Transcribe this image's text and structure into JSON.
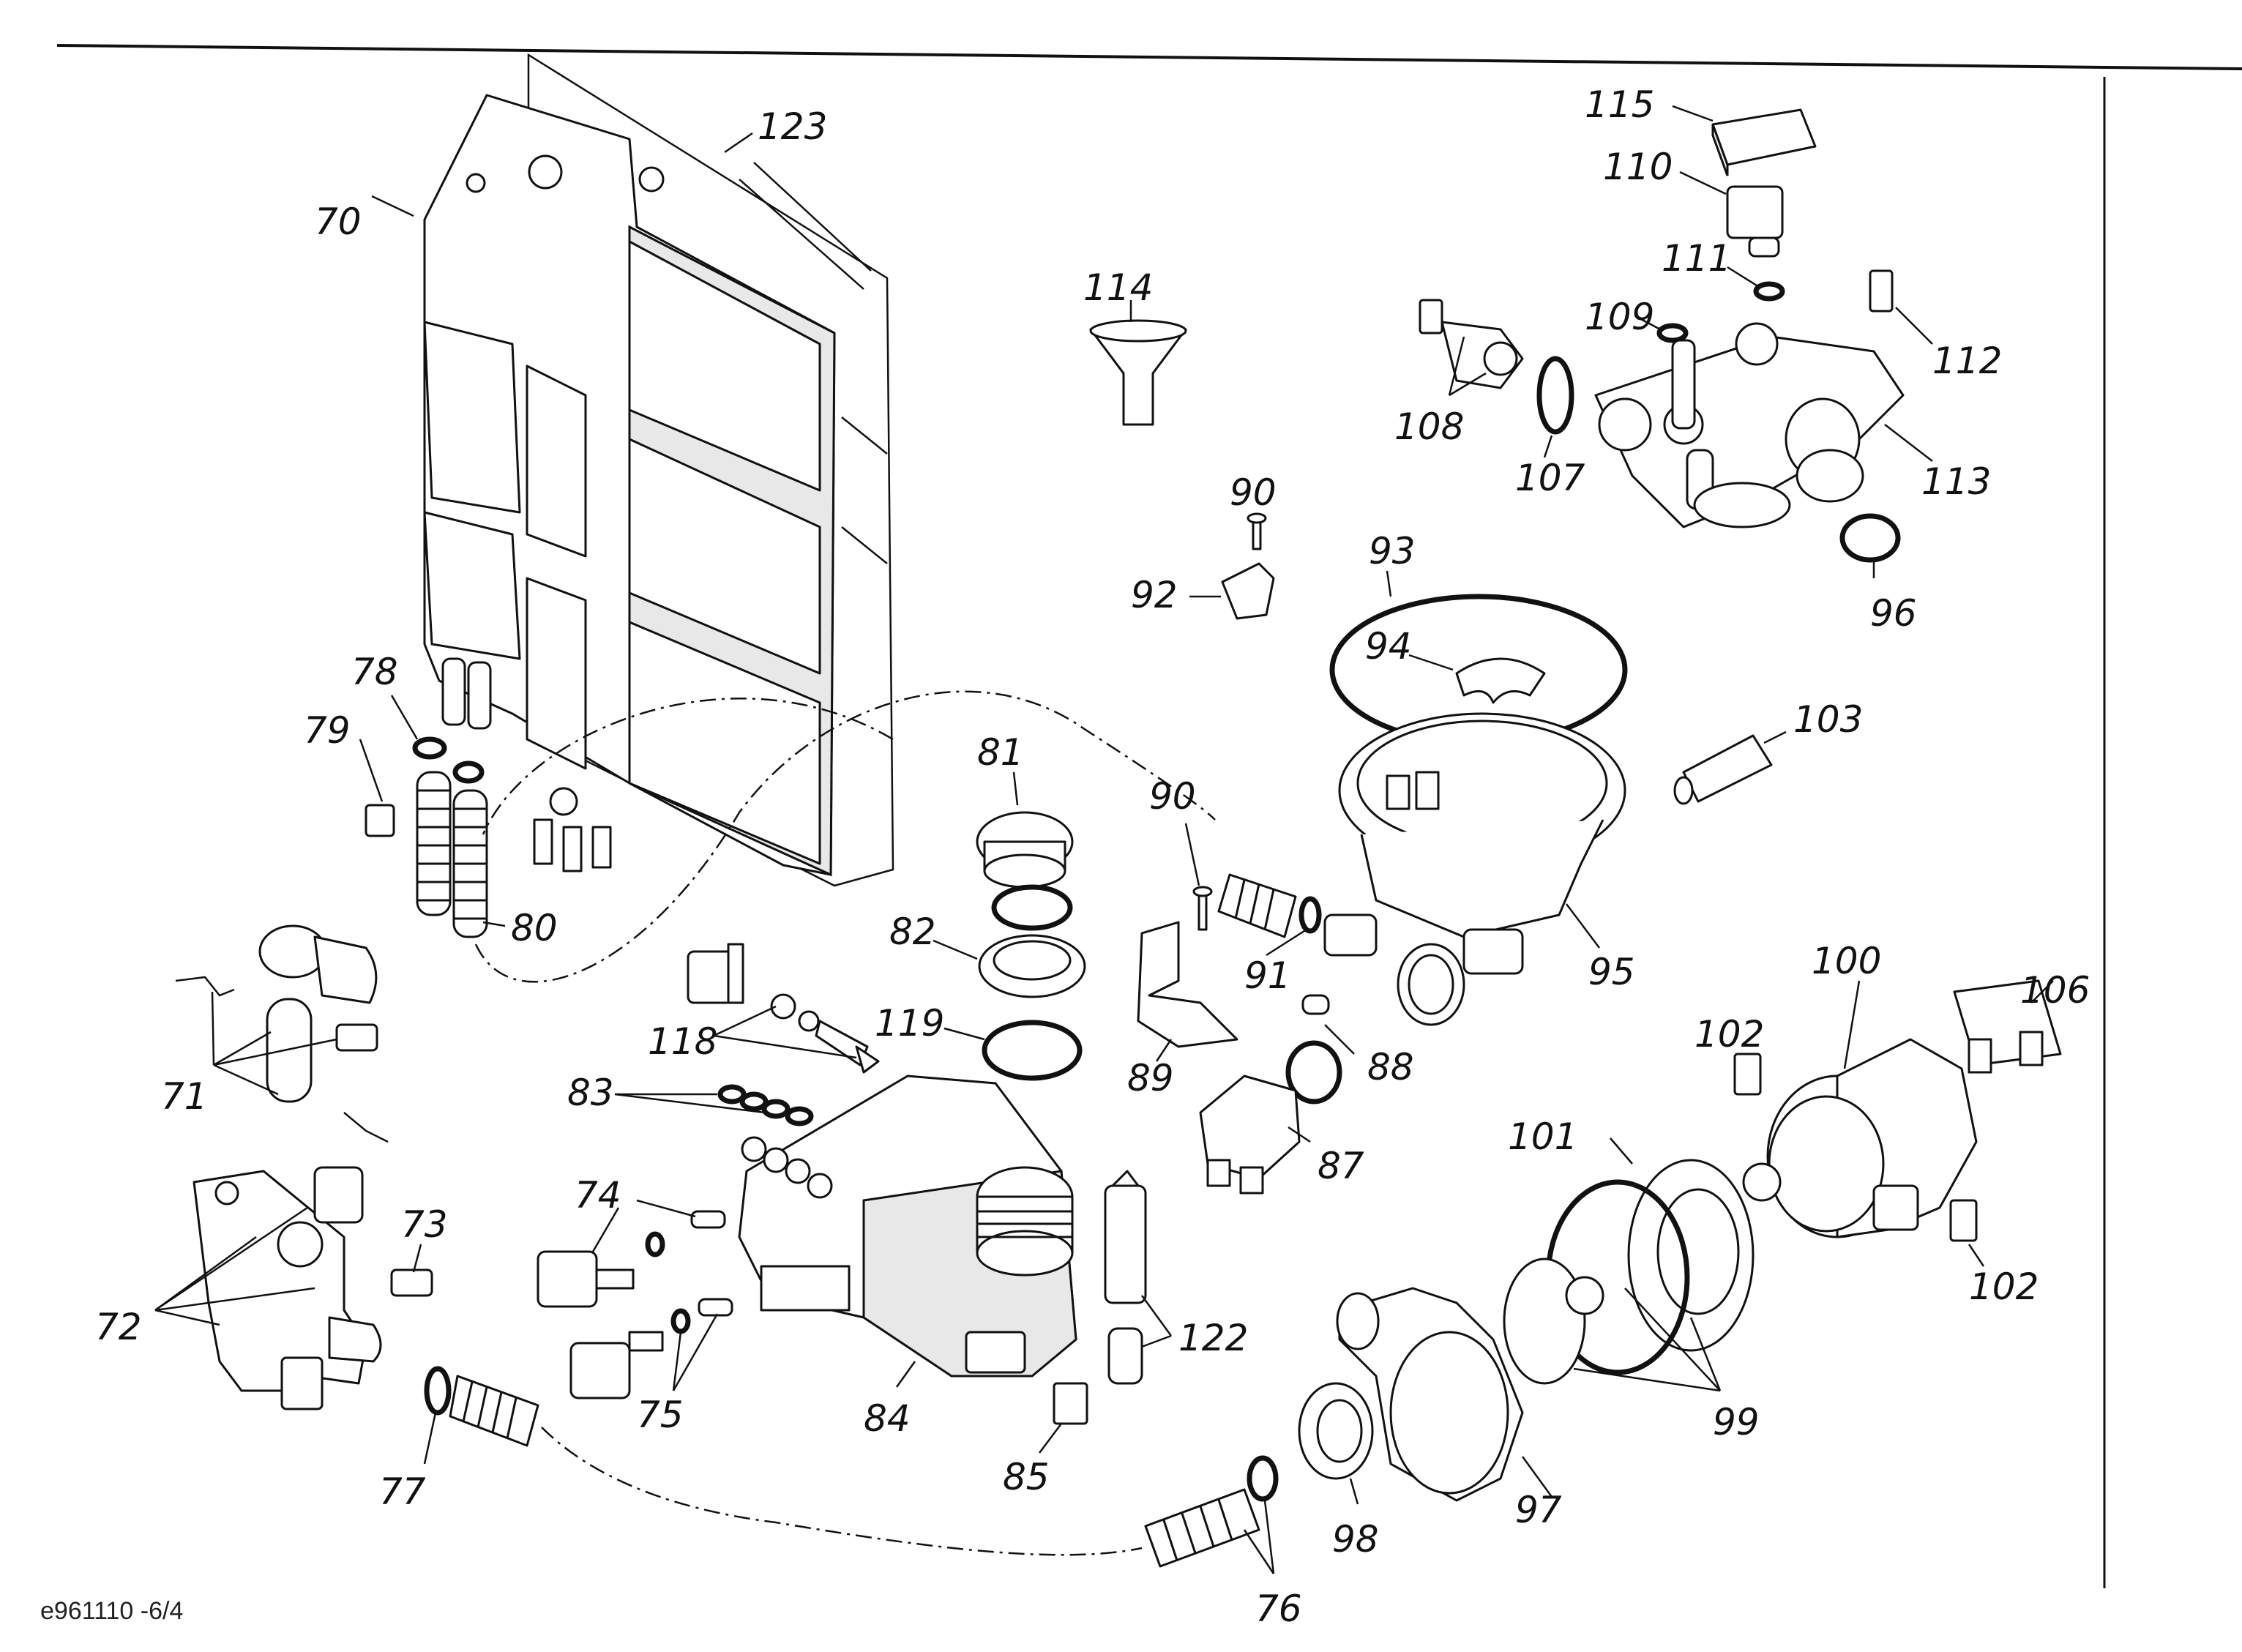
{
  "diagram": {
    "drawing_code": "e961110 -6/4",
    "labels": {
      "p70": "70",
      "p71": "71",
      "p72": "72",
      "p73": "73",
      "p74": "74",
      "p75": "75",
      "p76": "76",
      "p77": "77",
      "p78": "78",
      "p79": "79",
      "p80": "80",
      "p81": "81",
      "p82": "82",
      "p83": "83",
      "p84": "84",
      "p85": "85",
      "p87": "87",
      "p88": "88",
      "p89": "89",
      "p90a": "90",
      "p90b": "90",
      "p91": "91",
      "p92": "92",
      "p93": "93",
      "p94": "94",
      "p95": "95",
      "p96": "96",
      "p97": "97",
      "p98": "98",
      "p99": "99",
      "p100": "100",
      "p101": "101",
      "p102a": "102",
      "p102b": "102",
      "p103": "103",
      "p106": "106",
      "p107": "107",
      "p108": "108",
      "p109": "109",
      "p110": "110",
      "p111": "111",
      "p112": "112",
      "p113": "113",
      "p114": "114",
      "p115": "115",
      "p118": "118",
      "p119": "119",
      "p122": "122",
      "p123": "123"
    }
  }
}
